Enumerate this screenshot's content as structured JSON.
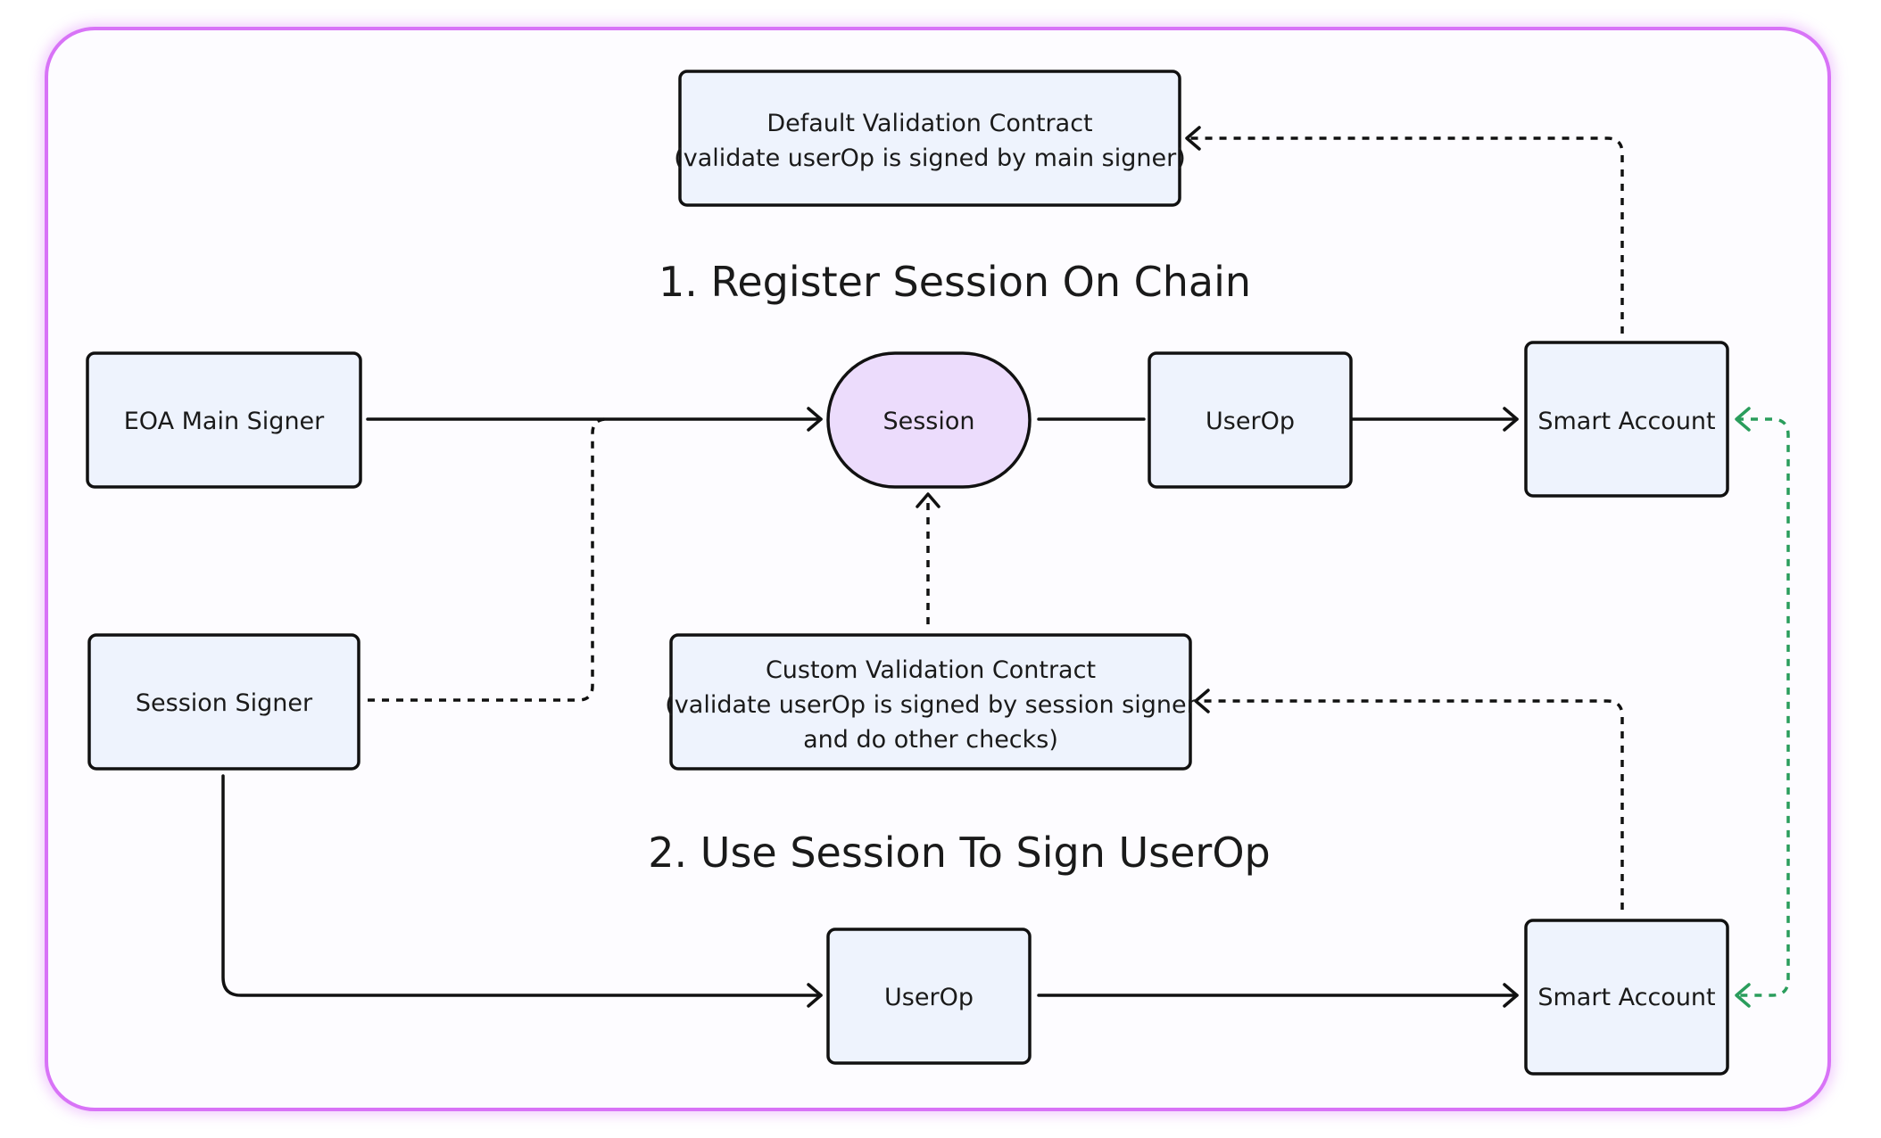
{
  "headings": {
    "step1": "1. Register Session On Chain",
    "step2": "2. Use Session To Sign UserOp"
  },
  "nodes": {
    "default_validation": [
      "Default Validation Contract",
      "(validate userOp is signed by main signer)"
    ],
    "eoa_main_signer": "EOA Main Signer",
    "session": "Session",
    "userop_top": "UserOp",
    "smart_account_top": "Smart Account",
    "session_signer": "Session Signer",
    "custom_validation": [
      "Custom Validation Contract",
      "(validate userOp is signed by session signer",
      "and do other checks)"
    ],
    "userop_bottom": "UserOp",
    "smart_account_bottom": "Smart Account"
  },
  "colors": {
    "frame_border": "#d873f7",
    "box_fill": "#eef3fd",
    "session_fill": "#ecdcfc",
    "green_link": "#2a9d5c"
  }
}
